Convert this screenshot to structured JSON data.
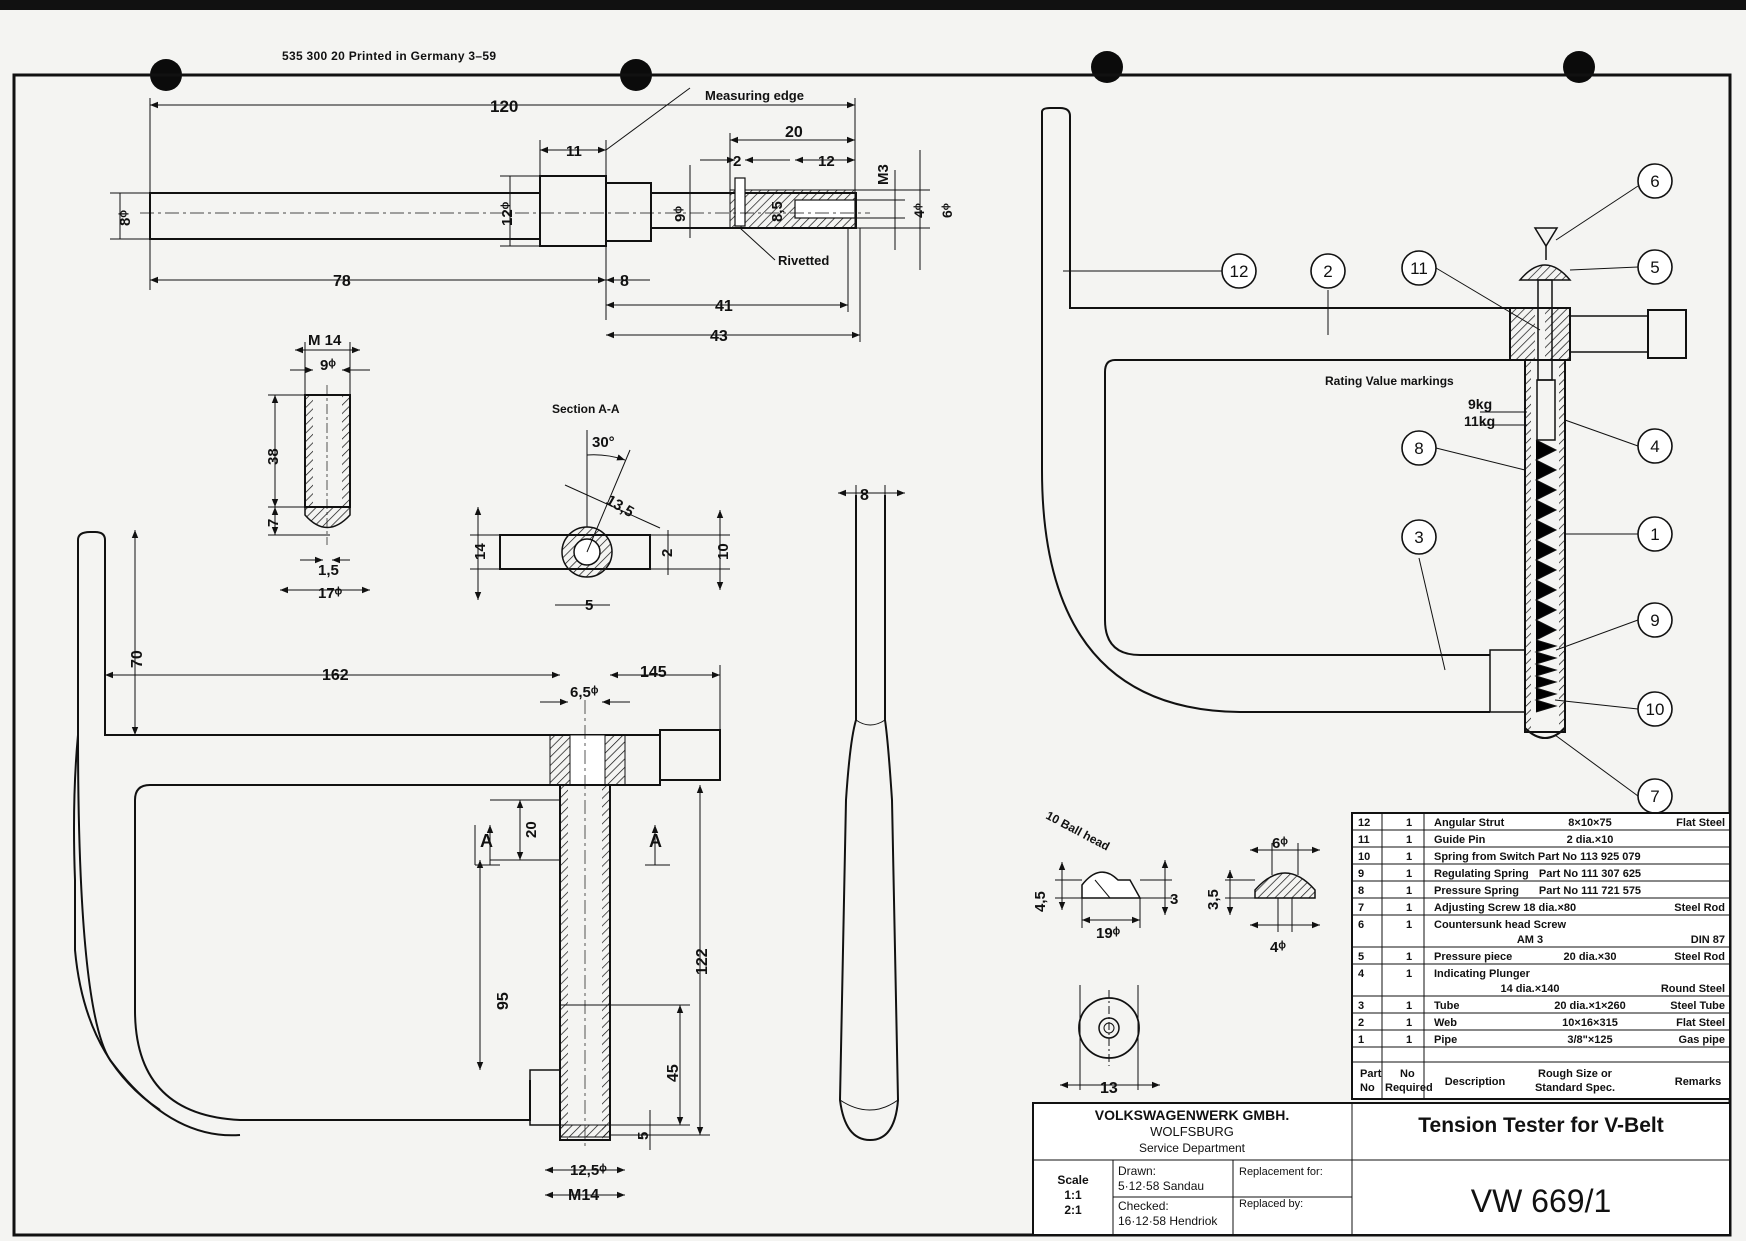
{
  "print_note": "535 300 20  Printed in Germany  3–59",
  "labels": {
    "measuring_edge": "Measuring edge",
    "rivetted": "Rivetted",
    "section": "Section A-A",
    "rating": "Rating Value markings",
    "kg9": "9kg",
    "kg11": "11kg",
    "ball_head": "10 Ball head",
    "a_left": "A",
    "a_right": "A"
  },
  "dims": {
    "d120": "120",
    "d11": "11",
    "d20": "20",
    "d2": "2",
    "d12": "12",
    "dM3": "M3",
    "d8dia": "8ᶲ",
    "d12dia": "12ᶲ",
    "d9dia": "9ᶲ",
    "d85": "8,5",
    "d4dia": "4ᶲ",
    "d6dia": "6ᶲ",
    "d78": "78",
    "d8": "8",
    "d41": "41",
    "d43": "43",
    "dM14a": "M 14",
    "d9dia2": "9ᶲ",
    "d38": "38",
    "d7": "7",
    "d15": "1,5",
    "d17dia": "17ᶲ",
    "d30deg": "30°",
    "d135": "13,5",
    "d14": "14",
    "d2b": "2",
    "d10": "10",
    "d5": "5",
    "d8b": "8",
    "d70": "70",
    "d162": "162",
    "d145": "145",
    "d65dia": "6,5ᶲ",
    "d20b": "20",
    "d95": "95",
    "d122": "122",
    "d45": "45",
    "d5b": "5",
    "d125dia": "12,5ᶲ",
    "dM14b": "M14",
    "d45b": "4,5",
    "d3": "3",
    "d19dia": "19ᶲ",
    "d35": "3,5",
    "d6dia2": "6ᶲ",
    "d4dia2": "4ᶲ",
    "d13": "13"
  },
  "balloons": [
    "12",
    "2",
    "11",
    "6",
    "5",
    "4",
    "8",
    "1",
    "3",
    "9",
    "10",
    "7"
  ],
  "parts_list": [
    {
      "part": "12",
      "qty": "1",
      "desc": "Angular Strut",
      "size": "8×10×75",
      "remark": "Flat Steel"
    },
    {
      "part": "11",
      "qty": "1",
      "desc": "Guide Pin",
      "size": "2 dia.×10",
      "remark": ""
    },
    {
      "part": "10",
      "qty": "1",
      "desc": "Spring from Switch Part No 113 925 079",
      "size": "",
      "remark": ""
    },
    {
      "part": "9",
      "qty": "1",
      "desc": "Regulating Spring",
      "size": "Part No 111 307 625",
      "remark": ""
    },
    {
      "part": "8",
      "qty": "1",
      "desc": "Pressure Spring",
      "size": "Part No 111 721 575",
      "remark": ""
    },
    {
      "part": "7",
      "qty": "1",
      "desc": "Adjusting Screw 18 dia.×80",
      "size": "",
      "remark": "Steel Rod"
    },
    {
      "part": "6",
      "qty": "1",
      "desc": "Countersunk head Screw",
      "size": "AM 3",
      "remark": "DIN 87"
    },
    {
      "part": "5",
      "qty": "1",
      "desc": "Pressure piece",
      "size": "20 dia.×30",
      "remark": "Steel Rod"
    },
    {
      "part": "4",
      "qty": "1",
      "desc": "Indicating Plunger",
      "size": "14 dia.×140",
      "remark": "Round Steel"
    },
    {
      "part": "3",
      "qty": "1",
      "desc": "Tube",
      "size": "20 dia.×1×260",
      "remark": "Steel Tube"
    },
    {
      "part": "2",
      "qty": "1",
      "desc": "Web",
      "size": "10×16×315",
      "remark": "Flat Steel"
    },
    {
      "part": "1",
      "qty": "1",
      "desc": "Pipe",
      "size": "3/8\"×125",
      "remark": "Gas pipe"
    }
  ],
  "parts_header": {
    "part": "Part No",
    "qty": "No Required",
    "desc": "Description",
    "size": "Rough Size or Standard Spec.",
    "remark": "Remarks"
  },
  "title_block": {
    "company": "VOLKSWAGENWERK GMBH.",
    "city": "WOLFSBURG",
    "dept": "Service Department",
    "scale_label": "Scale",
    "scale1": "1:1",
    "scale2": "2:1",
    "drawn_label": "Drawn:",
    "drawn_value": "5·12·58 Sandau",
    "checked_label": "Checked:",
    "checked_value": "16·12·58 Hendriok",
    "replacement_for": "Replacement for:",
    "replaced_by": "Replaced by:",
    "title": "Tension Tester for V-Belt",
    "number": "VW 669/1"
  }
}
